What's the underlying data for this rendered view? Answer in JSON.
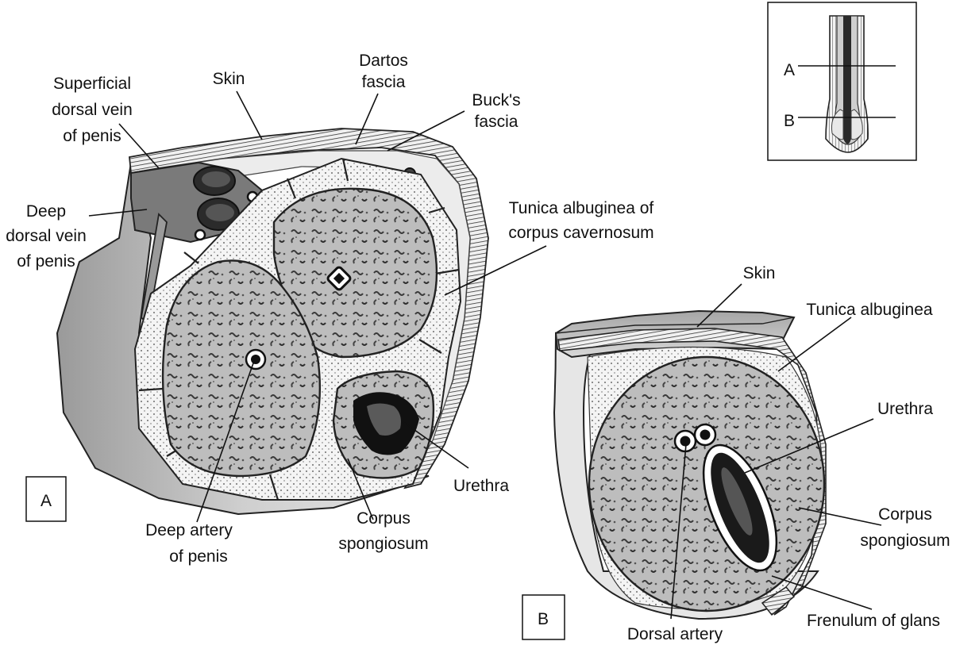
{
  "panel_a": {
    "tag": "A",
    "labels": {
      "skin_1": "Skin",
      "dartos_1": "Dartos",
      "dartos_2": "fascia",
      "bucks_1": "Buck's",
      "bucks_2": "fascia",
      "sup_vein_1": "Superficial",
      "sup_vein_2": "dorsal vein",
      "sup_vein_3": "of penis",
      "deep_vein_1": "Deep",
      "deep_vein_2": "dorsal vein",
      "deep_vein_3": "of penis",
      "tunica_1": "Tunica albuginea of",
      "tunica_2": "corpus cavernosum",
      "urethra": "Urethra",
      "deep_artery_1": "Deep artery",
      "deep_artery_2": "of penis",
      "spongiosum_1": "Corpus",
      "spongiosum_2": "spongiosum"
    }
  },
  "panel_b": {
    "tag": "B",
    "labels": {
      "skin": "Skin",
      "tunica": "Tunica albuginea",
      "urethra": "Urethra",
      "spongiosum_1": "Corpus",
      "spongiosum_2": "spongiosum",
      "frenulum": "Frenulum of glans",
      "dorsal_artery": "Dorsal artery"
    }
  },
  "inset": {
    "line_a": "A",
    "line_b": "B"
  }
}
